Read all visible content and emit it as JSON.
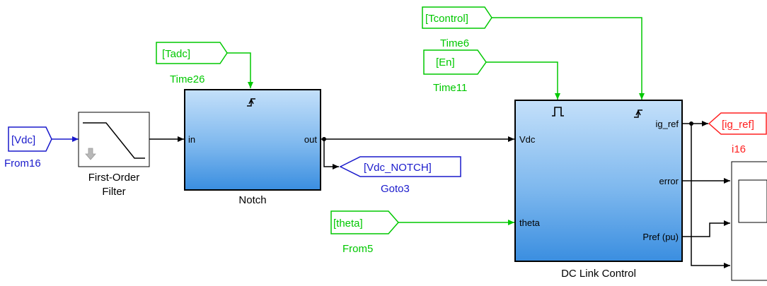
{
  "colors": {
    "from_tag": "#00c800",
    "from_tag_text": "#00c800",
    "from_blue": "#1a1acc",
    "goto_red": "#ff2020",
    "subsystem_top": "#bcdcf8",
    "subsystem_bottom": "#3a8ee0",
    "wire": "#000000"
  },
  "blocks": {
    "from16": {
      "tag": "[Vdc]",
      "name": "From16"
    },
    "filter": {
      "name_line1": "First-Order",
      "name_line2": "Filter"
    },
    "tadc": {
      "tag": "[Tadc]",
      "name": "Time26"
    },
    "notch": {
      "name": "Notch",
      "in_port": "in",
      "out_port": "out",
      "trigger_icon": "rising-edge-trigger-icon"
    },
    "goto3": {
      "tag": "[Vdc_NOTCH]",
      "name": "Goto3"
    },
    "tcontrol": {
      "tag": "[Tcontrol]",
      "name": "Time6"
    },
    "en": {
      "tag": "[En]",
      "name": "Time11"
    },
    "theta": {
      "tag": "[theta]",
      "name": "From5"
    },
    "dclink": {
      "name": "DC Link Control",
      "in_vdc": "Vdc",
      "in_theta": "theta",
      "out_igref": "ig_ref",
      "out_error": "error",
      "out_pref": "Pref (pu)",
      "enable_icon": "enable-pulse-icon",
      "trigger_icon": "rising-edge-trigger-icon"
    },
    "i16": {
      "tag": "[ig_ref]",
      "name": "i16"
    },
    "scope": {
      "icon": "scope-icon"
    }
  }
}
